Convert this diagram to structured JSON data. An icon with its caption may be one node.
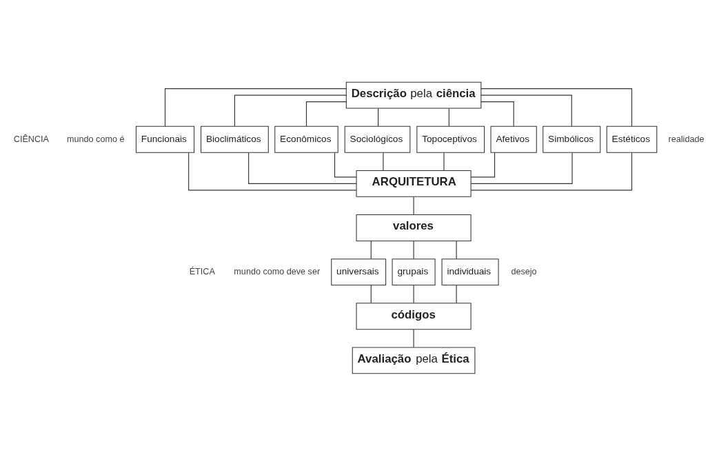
{
  "diagram": {
    "nodes": [
      {
        "text": [
          "**Descrição** pela **ciência**"
        ]
      },
      {
        "text": [
          "Funcionais"
        ]
      },
      {
        "text": [
          "Bioclimáticos"
        ]
      },
      {
        "text": [
          "Econômicos"
        ]
      },
      {
        "text": [
          "Sociológicos"
        ]
      },
      {
        "text": [
          "Topoceptivos"
        ]
      },
      {
        "text": [
          "Afetivos"
        ]
      },
      {
        "text": [
          "Simbólicos"
        ]
      },
      {
        "text": [
          "Estéticos"
        ]
      },
      {
        "text": [
          "ARQUITETURA"
        ]
      },
      {
        "text": [
          "valores"
        ]
      },
      {
        "text": [
          "universais"
        ]
      },
      {
        "text": [
          "grupais"
        ]
      },
      {
        "text": [
          "individuais"
        ]
      },
      {
        "text": [
          "códigos"
        ]
      },
      {
        "text": [
          "**Avaliação** pela **Ética**"
        ]
      }
    ],
    "edges": [
      {
        "from": 0,
        "to": 1,
        "arrow": "none"
      },
      {
        "from": 0,
        "to": 2,
        "arrow": "none"
      },
      {
        "from": 0,
        "to": 3,
        "arrow": "none"
      },
      {
        "from": 0,
        "to": 4,
        "arrow": "none"
      },
      {
        "from": 0,
        "to": 5,
        "arrow": "none"
      },
      {
        "from": 0,
        "to": 6,
        "arrow": "none"
      },
      {
        "from": 0,
        "to": 7,
        "arrow": "none"
      },
      {
        "from": 0,
        "to": 8,
        "arrow": "none"
      },
      {
        "from": 1,
        "to": 9,
        "arrow": "none"
      },
      {
        "from": 2,
        "to": 9,
        "arrow": "none"
      },
      {
        "from": 3,
        "to": 9,
        "arrow": "none"
      },
      {
        "from": 4,
        "to": 9,
        "arrow": "none"
      },
      {
        "from": 5,
        "to": 9,
        "arrow": "none"
      },
      {
        "from": 6,
        "to": 9,
        "arrow": "none"
      },
      {
        "from": 7,
        "to": 9,
        "arrow": "none"
      },
      {
        "from": 8,
        "to": 9,
        "arrow": "none"
      },
      {
        "from": 9,
        "to": 10,
        "arrow": "none"
      },
      {
        "from": 10,
        "to": 11,
        "arrow": "none"
      },
      {
        "from": 10,
        "to": 12,
        "arrow": "none"
      },
      {
        "from": 10,
        "to": 13,
        "arrow": "none"
      },
      {
        "from": 11,
        "to": 14,
        "arrow": "none"
      },
      {
        "from": 12,
        "to": 14,
        "arrow": "none"
      },
      {
        "from": 13,
        "to": 14,
        "arrow": "none"
      },
      {
        "from": 14,
        "to": 15,
        "arrow": "none"
      }
    ],
    "labels": [
      "CIÊNCIA",
      "mundo como é",
      "realidade",
      "ÉTICA",
      "mundo como deve ser",
      "desejo"
    ]
  }
}
